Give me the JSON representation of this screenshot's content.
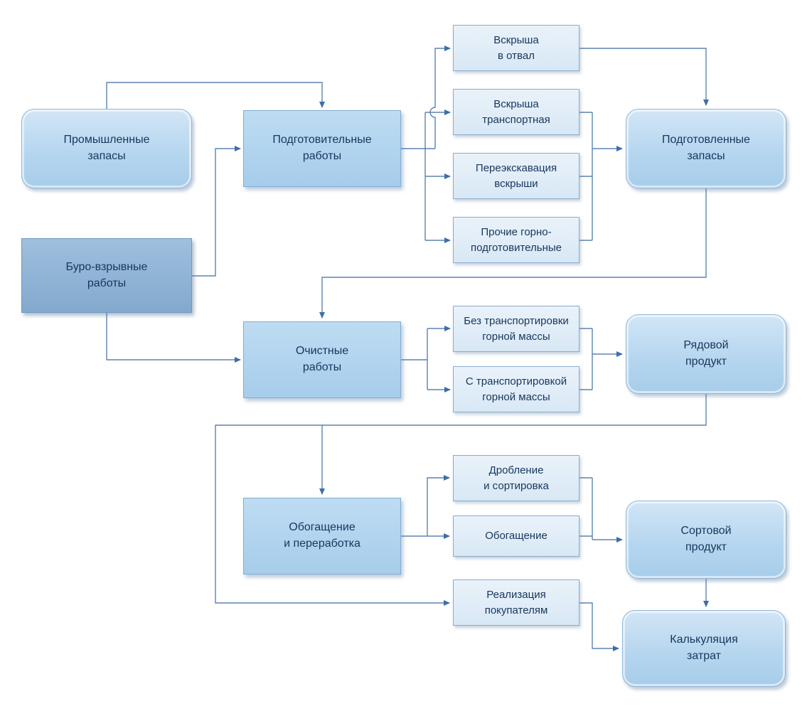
{
  "diagram": {
    "colors": {
      "connector": "#5b84b0",
      "arrowhead": "#3e6ea5",
      "text": "#17365d",
      "node_rounded": "#b6d6ef",
      "node_medium": "#a6cdeb",
      "node_dark": "#82a9cd",
      "node_light": "#d8e8f5",
      "background": "#ffffff"
    },
    "nodes": {
      "industrial_reserves": {
        "label": "Промышленные\nзапасы"
      },
      "drilling_blasting": {
        "label": "Буро-взрывные\nработы"
      },
      "preparatory_works": {
        "label": "Подготовительные\nработы"
      },
      "overburden_dump": {
        "label": "Вскрыша\nв отвал"
      },
      "overburden_transport": {
        "label": "Вскрыша\nтранспортная"
      },
      "overburden_reexcavation": {
        "label": "Переэкскавация\nвскрыши"
      },
      "other_preparatory": {
        "label": "Прочие горно-\nподготовительные"
      },
      "prepared_reserves": {
        "label": "Подготовленные\nзапасы"
      },
      "extraction_works": {
        "label": "Очистные\nработы"
      },
      "without_transport": {
        "label": "Без транспортировки\nгорной массы"
      },
      "with_transport": {
        "label": "С транспортировкой\nгорной массы"
      },
      "run_of_mine_product": {
        "label": "Рядовой\nпродукт"
      },
      "processing": {
        "label": "Обогащение\nи переработка"
      },
      "crushing_sorting": {
        "label": "Дробление\nи сортировка"
      },
      "enrichment": {
        "label": "Обогащение"
      },
      "graded_product": {
        "label": "Сортовой\nпродукт"
      },
      "sales_to_customers": {
        "label": "Реализация\nпокупателям"
      },
      "cost_calculation": {
        "label": "Калькуляция\nзатрат"
      }
    },
    "edges": [
      {
        "from": "industrial_reserves",
        "to": "preparatory_works"
      },
      {
        "from": "drilling_blasting",
        "to": "preparatory_works"
      },
      {
        "from": "drilling_blasting",
        "to": "extraction_works"
      },
      {
        "from": "preparatory_works",
        "to": "overburden_dump"
      },
      {
        "from": "preparatory_works",
        "to": "overburden_transport"
      },
      {
        "from": "preparatory_works",
        "to": "overburden_reexcavation"
      },
      {
        "from": "preparatory_works",
        "to": "other_preparatory"
      },
      {
        "from": "overburden_dump",
        "to": "prepared_reserves"
      },
      {
        "from": "overburden_transport",
        "to": "prepared_reserves"
      },
      {
        "from": "overburden_reexcavation",
        "to": "prepared_reserves"
      },
      {
        "from": "other_preparatory",
        "to": "prepared_reserves"
      },
      {
        "from": "prepared_reserves",
        "to": "extraction_works"
      },
      {
        "from": "extraction_works",
        "to": "without_transport"
      },
      {
        "from": "extraction_works",
        "to": "with_transport"
      },
      {
        "from": "without_transport",
        "to": "run_of_mine_product"
      },
      {
        "from": "with_transport",
        "to": "run_of_mine_product"
      },
      {
        "from": "run_of_mine_product",
        "to": "processing"
      },
      {
        "from": "run_of_mine_product",
        "to": "sales_to_customers"
      },
      {
        "from": "processing",
        "to": "crushing_sorting"
      },
      {
        "from": "processing",
        "to": "enrichment"
      },
      {
        "from": "crushing_sorting",
        "to": "graded_product"
      },
      {
        "from": "enrichment",
        "to": "graded_product"
      },
      {
        "from": "graded_product",
        "to": "cost_calculation"
      },
      {
        "from": "sales_to_customers",
        "to": "cost_calculation"
      }
    ]
  }
}
